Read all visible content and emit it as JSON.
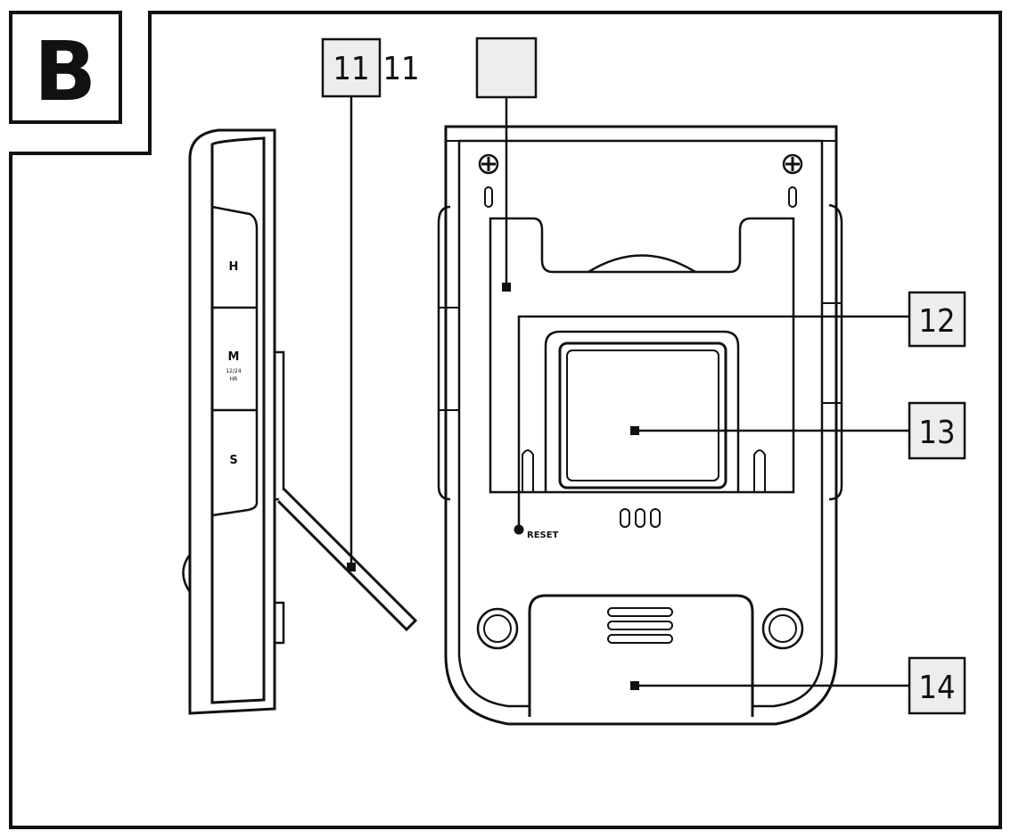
{
  "figure": {
    "letter": "B",
    "side_buttons": [
      "H",
      "M",
      "S"
    ],
    "m_button_sublabel_1": "12/24",
    "m_button_sublabel_2": "HR",
    "reset_label": "RESET",
    "callouts": {
      "c11_box": "11",
      "c11_extra": "11",
      "c12": "12",
      "c13": "13",
      "c14": "14"
    }
  }
}
